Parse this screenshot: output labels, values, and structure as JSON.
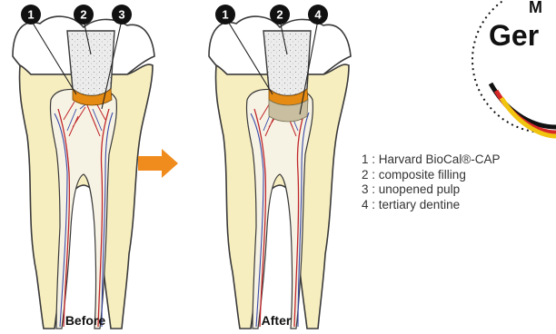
{
  "panels": [
    {
      "caption": "Before",
      "markers": [
        "1",
        "2",
        "3"
      ]
    },
    {
      "caption": "After",
      "markers": [
        "1",
        "2",
        "4"
      ]
    }
  ],
  "legend": [
    {
      "num": "1",
      "text": "Harvard BioCal®-CAP"
    },
    {
      "num": "2",
      "text": "composite filling"
    },
    {
      "num": "3",
      "text": "unopened pulp"
    },
    {
      "num": "4",
      "text": "tertiary dentine"
    }
  ],
  "logo": {
    "line1": "M",
    "line2": "Ger"
  },
  "colors": {
    "dentin": "#f7eec0",
    "enamel": "#ffffff",
    "pulp": "#f7f3e4",
    "filling": "#ececec",
    "capping": "#e58a12",
    "tertiary": "#c9bfa0",
    "arrow": "#f08c1e",
    "nerve_red": "#c0262b",
    "nerve_blue": "#3a4aa8"
  }
}
